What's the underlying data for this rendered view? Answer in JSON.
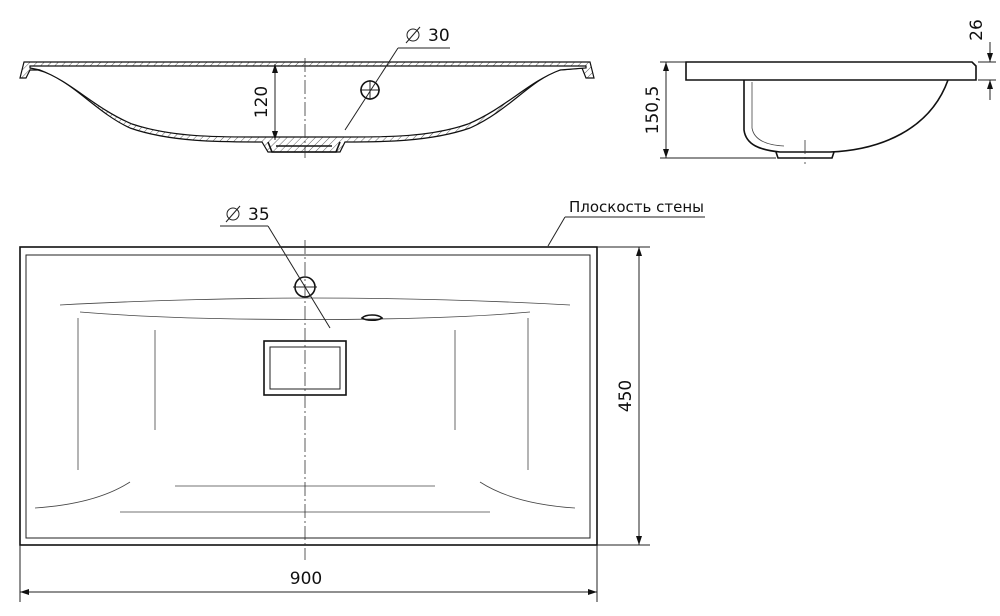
{
  "drawing": {
    "labels": {
      "hole_top_diameter": "30",
      "hole_plan_diameter": "35",
      "bowl_depth": "120",
      "side_height": "150,5",
      "rim_thickness": "26",
      "depth": "450",
      "width": "900",
      "wall_plane": "Плоскость стены"
    },
    "symbols": {
      "diameter": "diameter-symbol"
    }
  }
}
